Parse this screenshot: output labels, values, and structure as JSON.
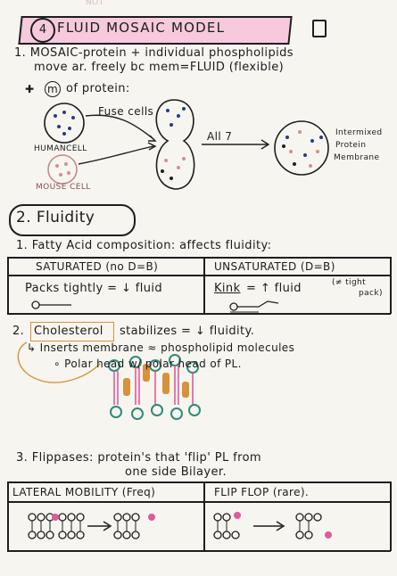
{
  "header_faint": "NOT",
  "section1": {
    "number": "4",
    "title": "FLUID MOSAIC MODEL",
    "line1": "1. MOSAIC-protein + individual phospholipids",
    "line2": "move ar. freely bc mem=FLUID (flexible)",
    "line3_prefix": "✚",
    "line3_m": "m",
    "line3": "of protein:",
    "fuse_label": "Fuse cells",
    "human_label": "HUMANCELL",
    "mouse_label": "MOUSE CELL",
    "all_label": "All 7",
    "result_label_1": "Intermixed",
    "result_label_2": "Protein",
    "result_label_3": "Membrane"
  },
  "section2": {
    "title": "2. Fluidity",
    "line1": "1. Fatty Acid composition: affects fluidity:",
    "table": {
      "col1_header": "SATURATED (no D=B)",
      "col2_header": "UNSATURATED (D=B)",
      "col1_cell": "Packs tightly = ↓ fluid",
      "col2_cell_kink": "Kink",
      "col2_cell_rest": "= ↑ fluid",
      "col2_note_1": "(≠ tight",
      "col2_note_2": "pack)"
    },
    "chol_line_prefix": "2.",
    "chol_word": "Cholesterol",
    "chol_line_rest": "stabilizes = ↓ fluidity.",
    "chol_sub1": "↳ Inserts membrane ≈ phospholipid molecules",
    "chol_sub2": "∘ Polar head w/ polar head of PL.",
    "flippase_line1": "3. Flippases: protein's that 'flip' PL from",
    "flippase_line2": "one side Bilayer.",
    "table2": {
      "col1_header": "LATERAL MOBILITY (Freq)",
      "col2_header": "FLIP FLOP (rare)."
    }
  },
  "colors": {
    "pink": "#f6c9dc",
    "magenta": "#e05a9a",
    "teal": "#2f8a7a",
    "orange": "#d6933b",
    "ink": "#1e1e1e",
    "paper": "#f7f5f0"
  }
}
